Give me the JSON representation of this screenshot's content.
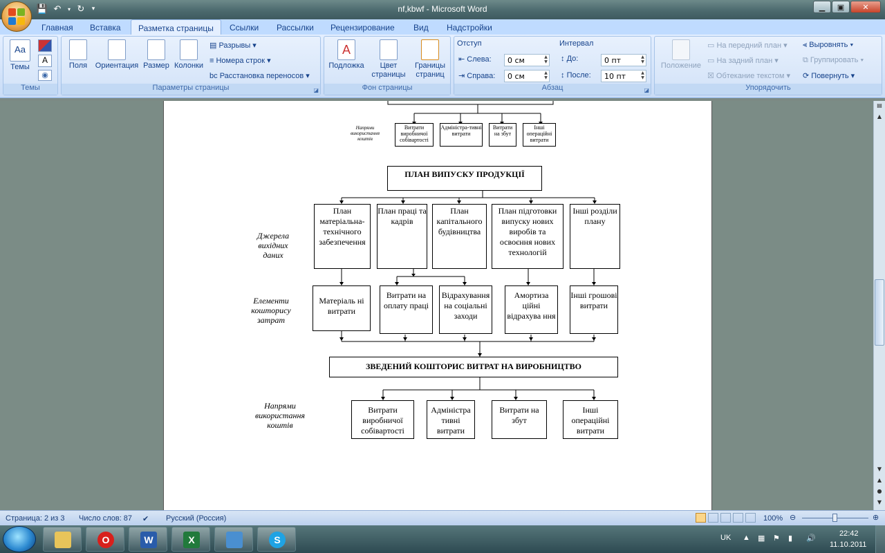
{
  "window": {
    "title": "nf,kbwf - Microsoft Word",
    "controls": [
      "minimize",
      "maximize",
      "close"
    ]
  },
  "quick_access": [
    "save-icon",
    "undo-icon",
    "redo-icon",
    "customize-icon"
  ],
  "tabs": [
    "Главная",
    "Вставка",
    "Разметка страницы",
    "Ссылки",
    "Рассылки",
    "Рецензирование",
    "Вид",
    "Надстройки"
  ],
  "active_tab": "Разметка страницы",
  "ribbon": {
    "themes": {
      "label": "Темы",
      "button": "Темы"
    },
    "page_setup": {
      "label": "Параметры страницы",
      "fields": "Поля",
      "orientation": "Ориентация",
      "size": "Размер",
      "columns": "Колонки",
      "breaks": "Разрывы",
      "line_numbers": "Номера строк",
      "hyphenation": "Расстановка переносов"
    },
    "page_background": {
      "label": "Фон страницы",
      "watermark": "Подложка",
      "page_color": "Цвет страницы",
      "page_borders": "Границы страниц"
    },
    "paragraph": {
      "label": "Абзац",
      "indent_header": "Отступ",
      "left_label": "Слева:",
      "left_value": "0 см",
      "right_label": "Справа:",
      "right_value": "0 см",
      "spacing_header": "Интервал",
      "before_label": "До:",
      "before_value": "0 пт",
      "after_label": "После:",
      "after_value": "10 пт"
    },
    "arrange": {
      "label": "Упорядочить",
      "position": "Положение",
      "bring_front": "На передний план",
      "send_back": "На задний план",
      "text_wrap": "Обтекание текстом",
      "align": "Выровнять",
      "group": "Группировать",
      "rotate": "Повернуть"
    }
  },
  "document": {
    "top_small": {
      "side_label": "Напрями використання коштів",
      "boxes": [
        "Витрати виробничої собівартості",
        "Адміністра-тивні витрати",
        "Витрати на збут",
        "Інші операційні витрати"
      ]
    },
    "plan_title": "ПЛАН ВИПУСКУ ПРОДУКЦІЇ",
    "sources_label": "Джерела вихідних даних",
    "sources": [
      "План матеріальна-технічного забезпечення",
      "План праці та кадрів",
      "План капітального будівництва",
      "План підготовки випуску нових виробів та освоєння нових технологій",
      "Інші розділи плану"
    ],
    "elements_label": "Елементи кошторису затрат",
    "elements": [
      "Матеріаль ні витрати",
      "Витрати на оплату праці",
      "Відрахування на соціальні заходи",
      "Амортиза ційні відрахува ння",
      "Інші грошові витрати"
    ],
    "summary": "ЗВЕДЕНИЙ КОШТОРИС  ВИТРАТ НА ВИРОБНИЦТВО",
    "directions_label": "Напрями використання коштів",
    "directions": [
      "Витрати виробничої собівартості",
      "Адміністра тивні витрати",
      "Витрати на збут",
      "Інші операційні витрати"
    ]
  },
  "status_bar": {
    "page": "Страница: 2 из 3",
    "words": "Число слов: 87",
    "language": "Русский (Россия)",
    "zoom": "100%"
  },
  "taskbar": {
    "apps": [
      "Проводник",
      "Opera",
      "Word",
      "Excel",
      "Control Panel",
      "Skype"
    ],
    "lang": "UK",
    "time": "22:42",
    "date": "11.10.2011"
  }
}
